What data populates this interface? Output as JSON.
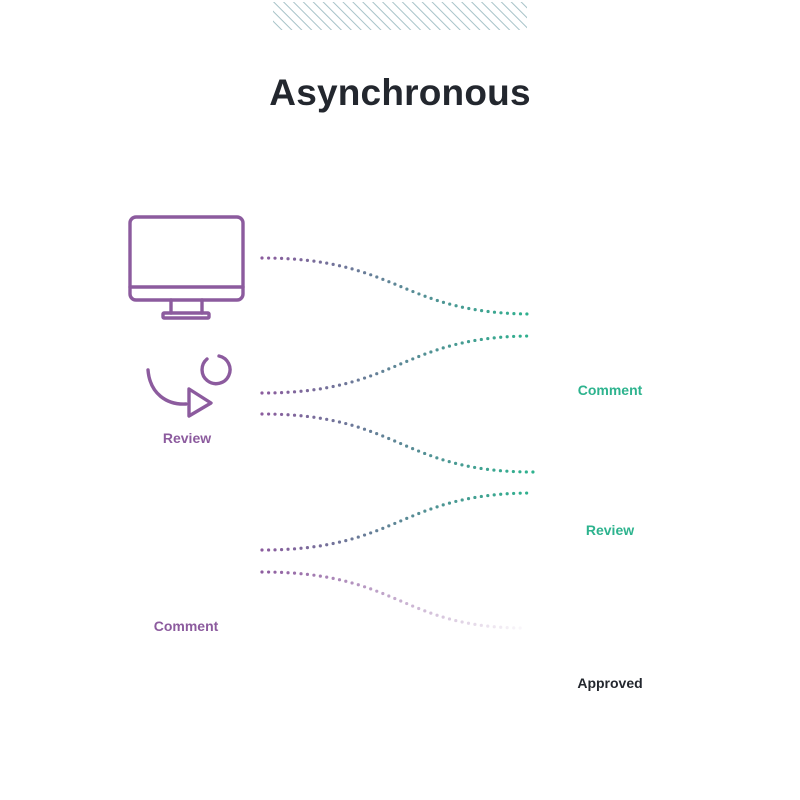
{
  "title": "Asynchronous",
  "colors": {
    "purple": "#8c5b9e",
    "green": "#2db38e",
    "dark": "#23272e",
    "hatch": "#a7c3c8"
  },
  "left_column": [
    {
      "icon": "monitor-icon",
      "label": ""
    },
    {
      "icon": "review-icon",
      "label": "Review"
    },
    {
      "icon": "comment-person-icon",
      "label": "Comment"
    }
  ],
  "right_column": [
    {
      "icon": "comment-person-icon",
      "label": "Comment"
    },
    {
      "icon": "review-icon",
      "label": "Review"
    },
    {
      "icon": "approved-check-icon",
      "label": "Approved"
    }
  ]
}
